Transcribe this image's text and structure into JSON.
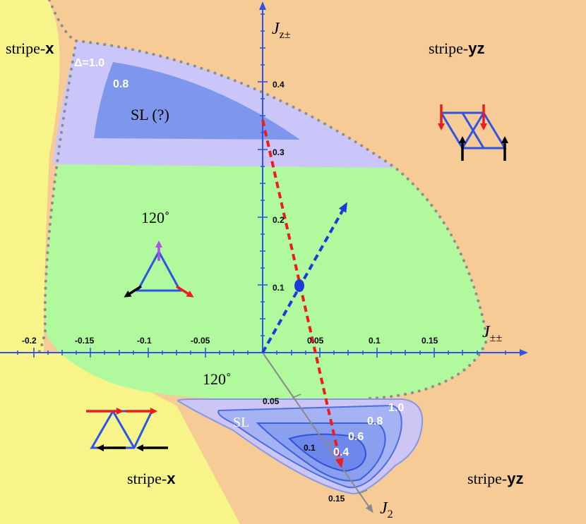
{
  "regions": {
    "stripe_x_top": {
      "label_prefix": "stripe-",
      "label_bold": "x"
    },
    "stripe_yz_top": {
      "label_prefix": "stripe-",
      "label_bold": "yz"
    },
    "stripe_x_bottom": {
      "label_prefix": "stripe-",
      "label_bold": "x"
    },
    "stripe_yz_bottom": {
      "label_prefix": "stripe-",
      "label_bold": "yz"
    },
    "phase_120_upper": "120˚",
    "phase_120_lower": "120˚",
    "sl_upper": "SL (?)",
    "sl_lower": "SL"
  },
  "contours": {
    "upper": [
      "Δ=1.0",
      "0.8"
    ],
    "lower": [
      "1.0",
      "0.8",
      "0.6",
      "0.4"
    ],
    "lower_inner": "0.1"
  },
  "axes": {
    "jpm": {
      "base": "J",
      "sub": "±±"
    },
    "jz": {
      "base": "J",
      "sub": "z±"
    },
    "j2": {
      "base": "J",
      "sub": "2"
    },
    "jpm_ticks": [
      "-0.2",
      "-0.15",
      "-0.1",
      "-0.05",
      "0.05",
      "0.1",
      "0.15"
    ],
    "jz_ticks": [
      "0.4",
      "0.3",
      "0.2",
      "0.1"
    ],
    "j2_ticks": [
      "0.05",
      "0.15"
    ]
  },
  "colors": {
    "stripe_x": "#f7f48a",
    "stripe_yz": "#f6cb95",
    "phase_120": "#b0f99c",
    "light_lavender": "#cbc6fa",
    "sl_blue": "#7e97ec",
    "axis_blue": "#2c55e8",
    "dashed_red": "#ee1c1c",
    "dashed_blue": "#1a3bd8"
  }
}
